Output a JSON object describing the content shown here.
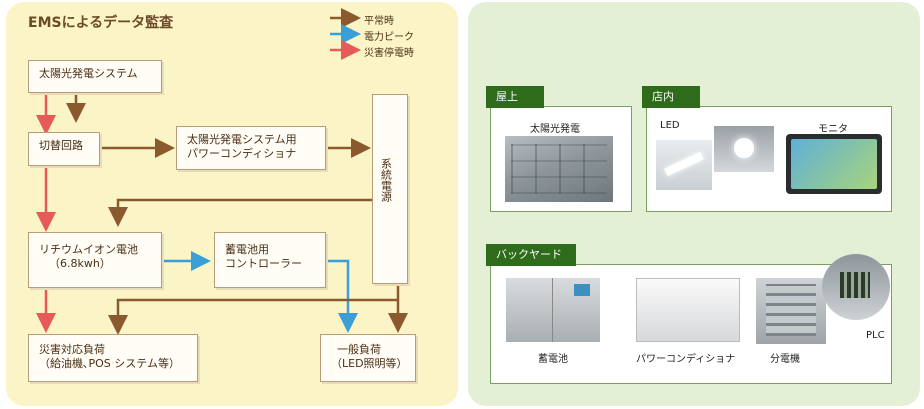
{
  "left": {
    "title": "EMSによるデータ監査",
    "legend": [
      {
        "label": "平常時",
        "color": "#8a5a2e"
      },
      {
        "label": "電力ピーク",
        "color": "#3a9fd6"
      },
      {
        "label": "災害停電時",
        "color": "#e65a5a"
      }
    ],
    "nodes": {
      "solar": "太陽光発電システム",
      "switch": "切替回路",
      "pcs_line1": "太陽光発電システム用",
      "pcs_line2": "パワーコンディショナ",
      "grid_vertical": "系統電源",
      "battery_line1": "リチウムイオン電池",
      "battery_line2": "（6.8kwh）",
      "controller_line1": "蓄電池用",
      "controller_line2": "コントローラー",
      "disaster_line1": "災害対応負荷",
      "disaster_line2": "（給油機､POS システム等）",
      "general_line1": "一般負荷",
      "general_line2": "（LED照明等）"
    }
  },
  "right": {
    "sections": {
      "roof": "屋上",
      "store": "店内",
      "backyard": "バックヤード"
    },
    "items": {
      "solar": "太陽光発電",
      "led": "LED",
      "monitor": "モニタ",
      "battery": "蓄電池",
      "pcs": "パワーコンディショナ",
      "panel": "分電機",
      "plc": "PLC"
    },
    "colors": {
      "link": "#6a9e3c",
      "tag": "#2e6b1a"
    }
  }
}
